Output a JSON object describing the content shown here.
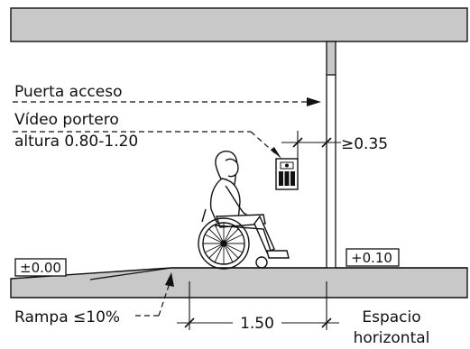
{
  "labels": {
    "door_access": "Puerta acceso",
    "video_intercom_line1": "Vídeo portero",
    "video_intercom_line2": "altura 0.80-1.20",
    "min_offset": "≥0.35",
    "level_left": "±0.00",
    "level_right": "+0.10",
    "ramp": "Rampa ≤10%",
    "width_dimension": "1.50",
    "space_line1": "Espacio",
    "space_line2": "horizontal"
  },
  "colors": {
    "slab_fill": "#c8c8c8",
    "line": "#111111",
    "background": "#ffffff"
  },
  "icons": {
    "person": "wheelchair-user-icon",
    "intercom": "video-intercom-icon"
  }
}
